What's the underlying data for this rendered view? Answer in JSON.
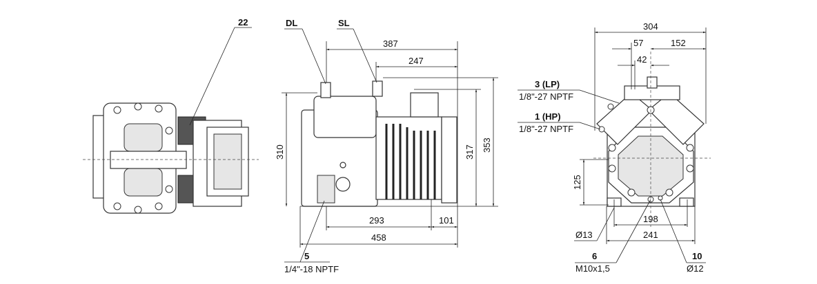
{
  "left_view": {
    "callout_22": "22"
  },
  "side_view": {
    "callout_dl": "DL",
    "callout_sl": "SL",
    "dim_387": "387",
    "dim_247": "247",
    "dim_310": "310",
    "dim_317": "317",
    "dim_353": "353",
    "dim_293": "293",
    "dim_101": "101",
    "dim_458": "458",
    "callout_5": "5",
    "callout_5_spec": "1/4\"-18 NPTF"
  },
  "end_view": {
    "dim_304": "304",
    "dim_57": "57",
    "dim_152": "152",
    "dim_42": "42",
    "callout_3": "3 (LP)",
    "callout_3_spec": "1/8\"-27 NPTF",
    "callout_1": "1 (HP)",
    "callout_1_spec": "1/8\"-27 NPTF",
    "dim_125": "125",
    "dim_198": "198",
    "dim_241": "241",
    "hole_13": "Ø13",
    "callout_6": "6",
    "callout_6_spec": "M10x1,5",
    "callout_10": "10",
    "callout_10_spec": "Ø12"
  }
}
